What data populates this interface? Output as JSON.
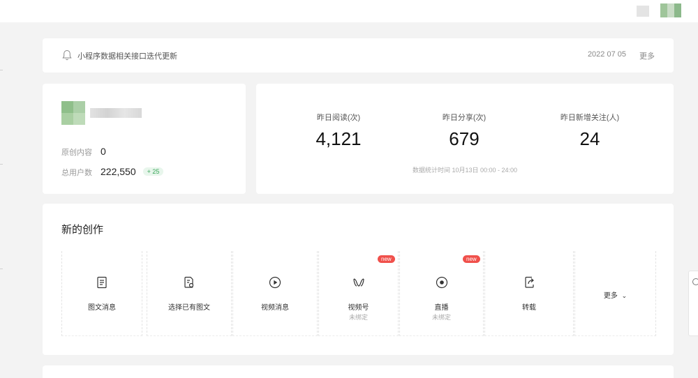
{
  "notice": {
    "text": "小程序数据相关接口迭代更新",
    "date": "2022 07 05",
    "more": "更多"
  },
  "account": {
    "rows": [
      {
        "label": "原创内容",
        "value": "0"
      },
      {
        "label": "总用户数",
        "value": "222,550",
        "badge": "+ 25"
      }
    ]
  },
  "stats": {
    "metrics": [
      {
        "label": "昨日阅读(次)",
        "value": "4,121"
      },
      {
        "label": "昨日分享(次)",
        "value": "679"
      },
      {
        "label": "昨日新增关注(人)",
        "value": "24"
      }
    ],
    "note": "数据统计时间 10月13日 00:00 - 24:00"
  },
  "create": {
    "title": "新的创作",
    "tiles": [
      {
        "label": "图文消息",
        "icon": "document-icon"
      },
      {
        "label": "选择已有图文",
        "icon": "document-select-icon"
      },
      {
        "label": "视频消息",
        "icon": "play-circle-icon"
      },
      {
        "label": "视频号",
        "sub": "未绑定",
        "badge": "new",
        "icon": "channels-icon"
      },
      {
        "label": "直播",
        "sub": "未绑定",
        "badge": "new",
        "icon": "live-icon"
      },
      {
        "label": "转载",
        "icon": "share-out-icon"
      }
    ],
    "more": "更多"
  },
  "colors": {
    "accent_new": "#f0504b",
    "badge_green": "#3aa65a"
  }
}
